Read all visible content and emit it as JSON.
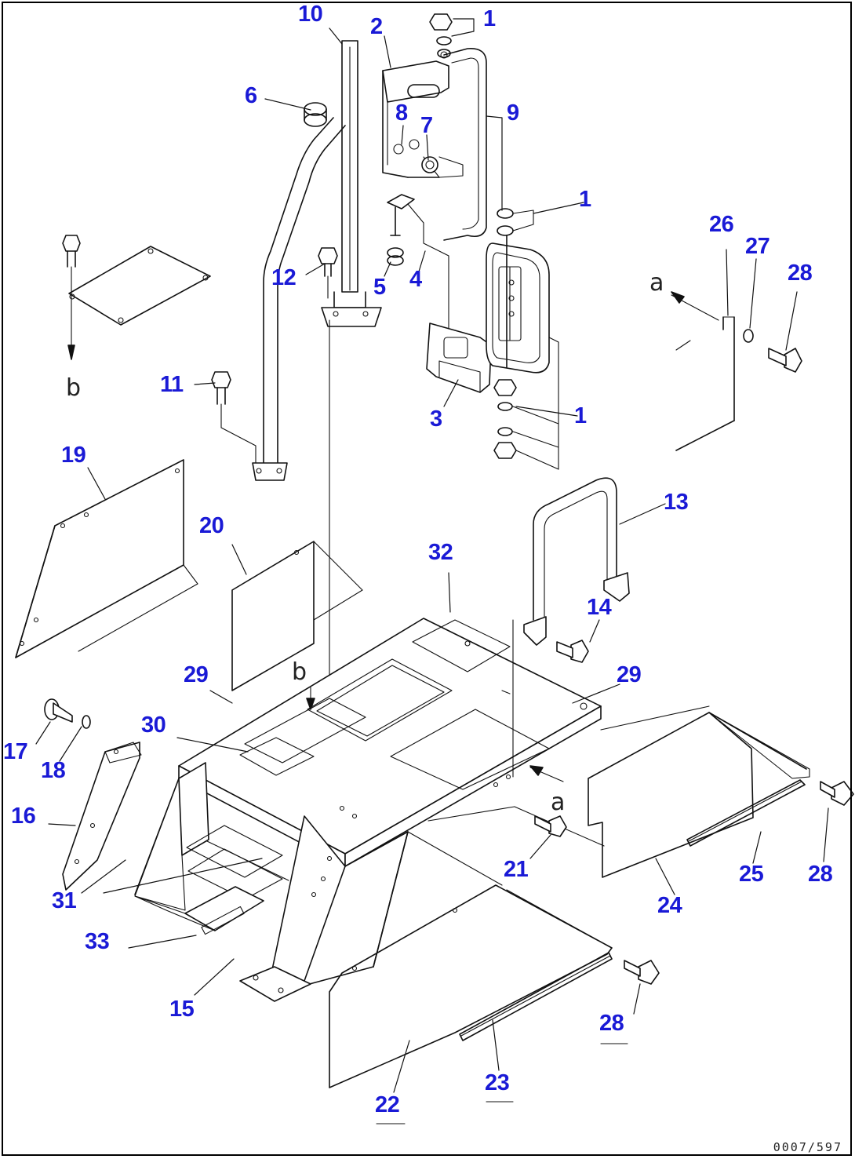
{
  "callouts": [
    {
      "id": "c1a",
      "text": "1"
    },
    {
      "id": "c2",
      "text": "2"
    },
    {
      "id": "c10",
      "text": "10"
    },
    {
      "id": "c6",
      "text": "6"
    },
    {
      "id": "c8",
      "text": "8"
    },
    {
      "id": "c7",
      "text": "7"
    },
    {
      "id": "c9",
      "text": "9"
    },
    {
      "id": "c1b",
      "text": "1"
    },
    {
      "id": "c26",
      "text": "26"
    },
    {
      "id": "c27",
      "text": "27"
    },
    {
      "id": "c28a",
      "text": "28"
    },
    {
      "id": "c12",
      "text": "12"
    },
    {
      "id": "c5",
      "text": "5"
    },
    {
      "id": "c4",
      "text": "4"
    },
    {
      "id": "c11",
      "text": "11"
    },
    {
      "id": "c3",
      "text": "3"
    },
    {
      "id": "c1c",
      "text": "1"
    },
    {
      "id": "c19",
      "text": "19"
    },
    {
      "id": "c13",
      "text": "13"
    },
    {
      "id": "c20",
      "text": "20"
    },
    {
      "id": "c32",
      "text": "32"
    },
    {
      "id": "c14",
      "text": "14"
    },
    {
      "id": "c29a",
      "text": "29"
    },
    {
      "id": "c29b",
      "text": "29"
    },
    {
      "id": "c30",
      "text": "30"
    },
    {
      "id": "c17",
      "text": "17"
    },
    {
      "id": "c18",
      "text": "18"
    },
    {
      "id": "c16",
      "text": "16"
    },
    {
      "id": "c21",
      "text": "21"
    },
    {
      "id": "c25",
      "text": "25"
    },
    {
      "id": "c28b",
      "text": "28"
    },
    {
      "id": "c24",
      "text": "24"
    },
    {
      "id": "c31",
      "text": "31"
    },
    {
      "id": "c33",
      "text": "33"
    },
    {
      "id": "c15",
      "text": "15"
    },
    {
      "id": "c28c",
      "text": "28"
    },
    {
      "id": "c23",
      "text": "23"
    },
    {
      "id": "c22",
      "text": "22"
    }
  ],
  "view_letters": [
    {
      "id": "la1",
      "text": "a"
    },
    {
      "id": "la2",
      "text": "a"
    },
    {
      "id": "lb1",
      "text": "b"
    },
    {
      "id": "lb2",
      "text": "b"
    }
  ],
  "drawing_code": "0007/597",
  "colors": {
    "callout": "#1a1ad6",
    "line": "#111111"
  }
}
